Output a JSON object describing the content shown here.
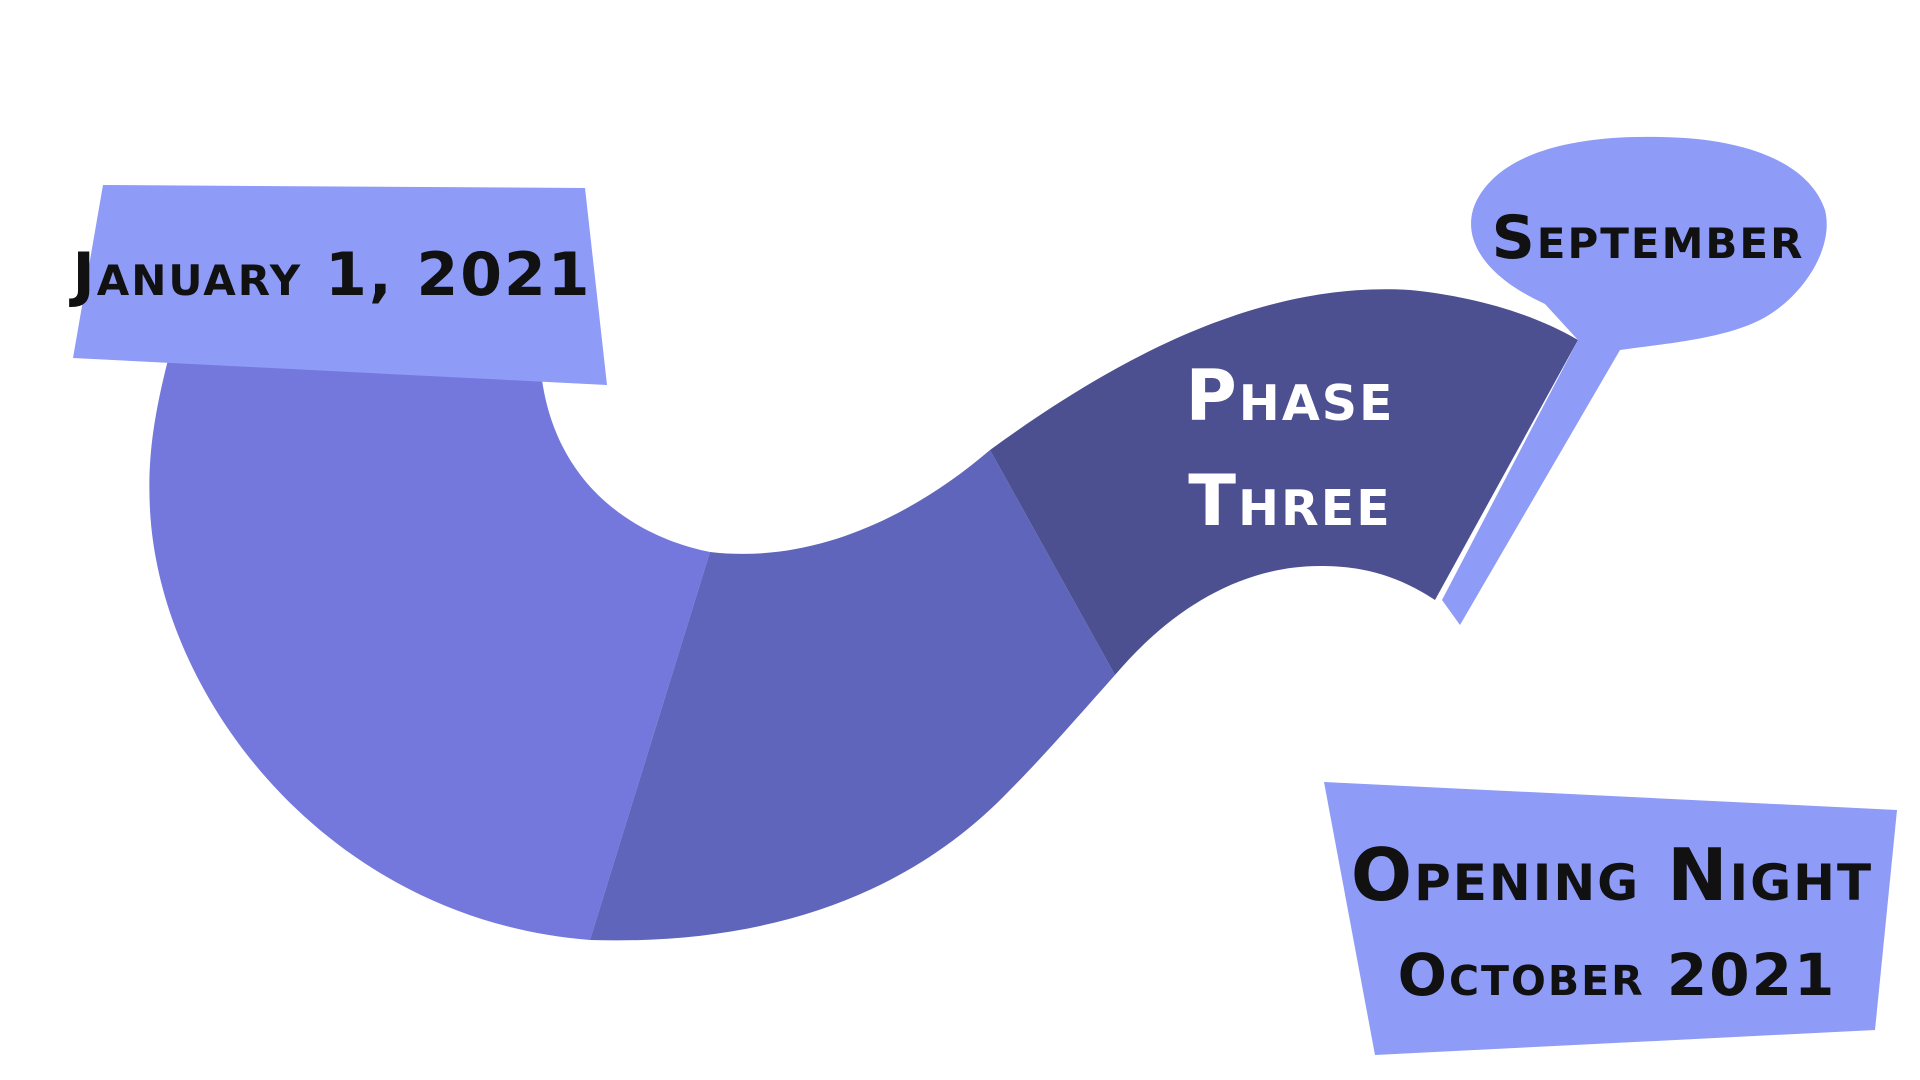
{
  "timeline": {
    "start": {
      "date": "January 1, 2021"
    },
    "phase": {
      "label_line1": "Phase",
      "label_line2": "Three"
    },
    "milestone": {
      "label": "September"
    },
    "end": {
      "title": "Opening Night",
      "date": "October 2021"
    }
  },
  "colors": {
    "background": "#ffffff",
    "label_fill": "#8e9bf7",
    "segment_1": "#7478dc",
    "segment_2": "#5f65ba",
    "segment_3": "#4c5091",
    "dark_text": "#111111",
    "light_text": "#ffffff"
  }
}
